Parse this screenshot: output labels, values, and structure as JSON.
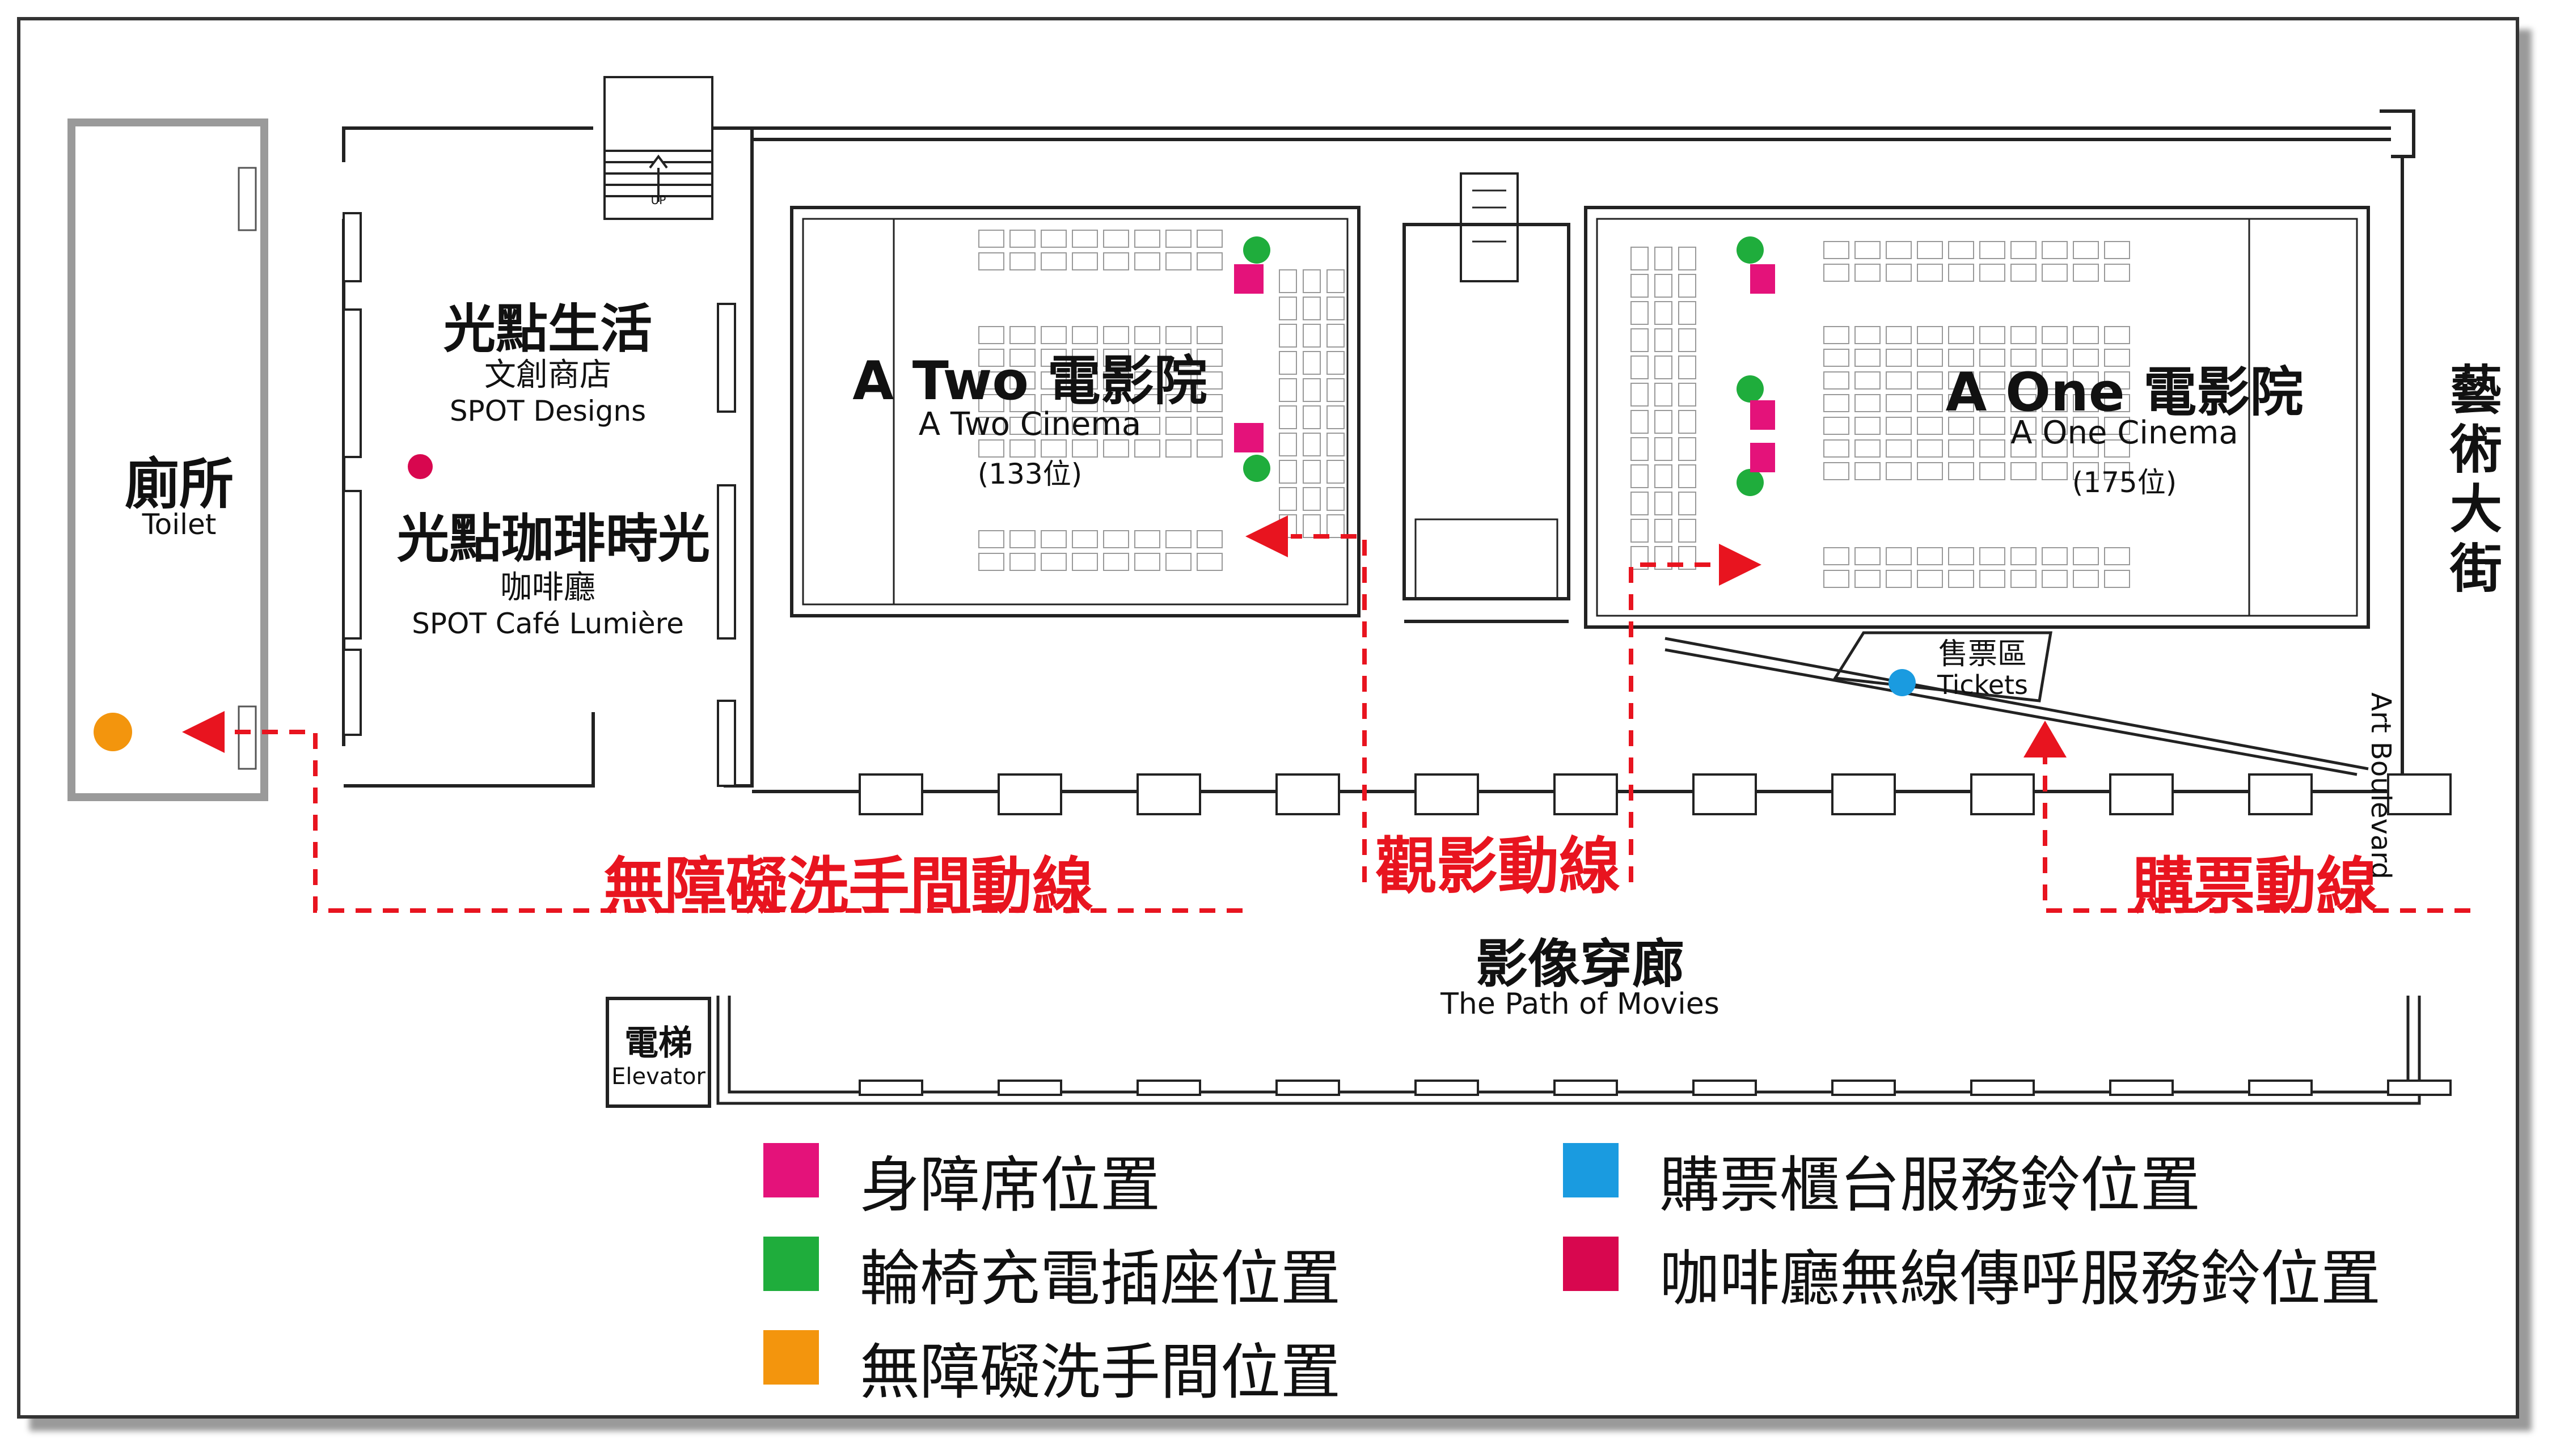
{
  "colors": {
    "wheelchair_seat": "#e4127a",
    "charging": "#1fad3c",
    "accessible_toilet": "#f3950d",
    "ticket_bell": "#1a9be0",
    "cafe_bell": "#d8074f",
    "route_red": "#e8141f"
  },
  "rooms": {
    "toilet": {
      "zh": "廁所",
      "en": "Toilet"
    },
    "shop": {
      "zh": "光點生活",
      "sub_zh": "文創商店",
      "en": "SPOT Designs"
    },
    "cafe": {
      "zh": "光點珈琲時光",
      "sub_zh": "咖啡廳",
      "en": "SPOT Café Lumière"
    },
    "a_two": {
      "title": "A Two 電影院",
      "en": "A Two Cinema",
      "seats": "(133位)"
    },
    "a_one": {
      "title": "A One 電影院",
      "en": "A One Cinema",
      "seats": "(175位)"
    },
    "tickets": {
      "zh": "售票區",
      "en": "Tickets"
    },
    "corridor": {
      "zh": "影像穿廊",
      "en": "The Path of Movies"
    },
    "elevator": {
      "zh": "電梯",
      "en": "Elevator"
    },
    "street": {
      "zh": "藝術大街",
      "en": "Art Boulevard"
    },
    "stairs_up": "UP"
  },
  "routes": {
    "toilet_route": "無障礙洗手間動線",
    "viewing_route": "觀影動線",
    "ticket_route": "購票動線"
  },
  "legend": [
    {
      "label": "身障席位置",
      "icon": "wheelchair-seat-square",
      "color": "#e4127a"
    },
    {
      "label": "輪椅充電插座位置",
      "icon": "charging-outlet-square",
      "color": "#1fad3c"
    },
    {
      "label": "無障礙洗手間位置",
      "icon": "accessible-toilet-square",
      "color": "#f3950d"
    },
    {
      "label": "購票櫃台服務鈴位置",
      "icon": "ticket-bell-square",
      "color": "#1a9be0"
    },
    {
      "label": "咖啡廳無線傳呼服務鈴位置",
      "icon": "cafe-pager-square",
      "color": "#d8074f"
    }
  ]
}
